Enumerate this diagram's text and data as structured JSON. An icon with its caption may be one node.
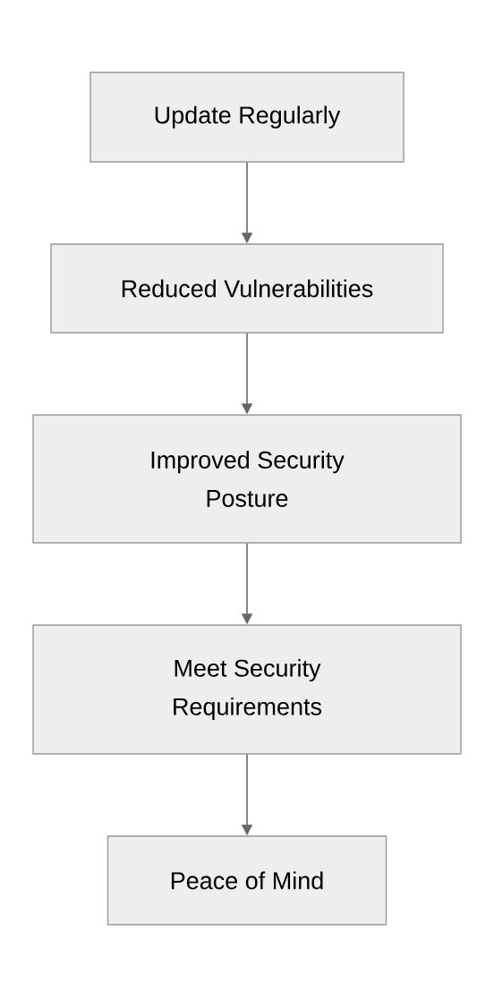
{
  "diagram": {
    "nodes": [
      {
        "text": [
          "Update Regularly"
        ]
      },
      {
        "text": [
          "Reduced Vulnerabilities"
        ]
      },
      {
        "text": [
          "Improved Security Posture"
        ]
      },
      {
        "text": [
          "Meet Security Requirements"
        ]
      },
      {
        "text": [
          "Peace of Mind"
        ]
      }
    ],
    "edges": [
      {
        "from": 0,
        "to": 1,
        "arrow": "to"
      },
      {
        "from": 1,
        "to": 2,
        "arrow": "to"
      },
      {
        "from": 2,
        "to": 3,
        "arrow": "to"
      },
      {
        "from": 3,
        "to": 4,
        "arrow": "to"
      }
    ]
  }
}
